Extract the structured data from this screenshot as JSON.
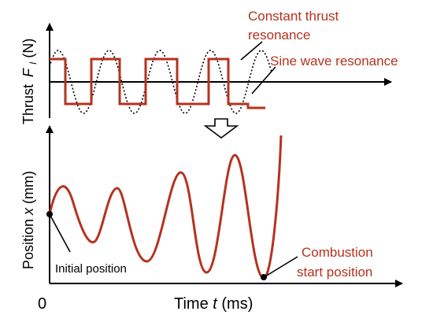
{
  "labels": {
    "y_thrust": "Thrust",
    "y_thrust_var": "F",
    "y_thrust_sub": "I",
    "y_thrust_unit": " (N)",
    "y_position": "Position ",
    "y_position_var": "x",
    "y_position_unit": " (mm)",
    "x_time": "Time ",
    "x_time_var": "t",
    "x_time_unit": " (ms)",
    "origin": "0",
    "constant_thrust_line1": "Constant thrust",
    "constant_thrust_line2": "resonance",
    "sine_wave": "Sine wave resonance",
    "initial_position": "Initial position",
    "combustion_line1": "Combustion",
    "combustion_line2": "start position"
  },
  "colors": {
    "accent_red": "#b5321f",
    "axis": "#000000",
    "sine_dotted": "#000000"
  },
  "icons": {
    "transition_arrow": "hollow-down-arrow-icon"
  }
}
